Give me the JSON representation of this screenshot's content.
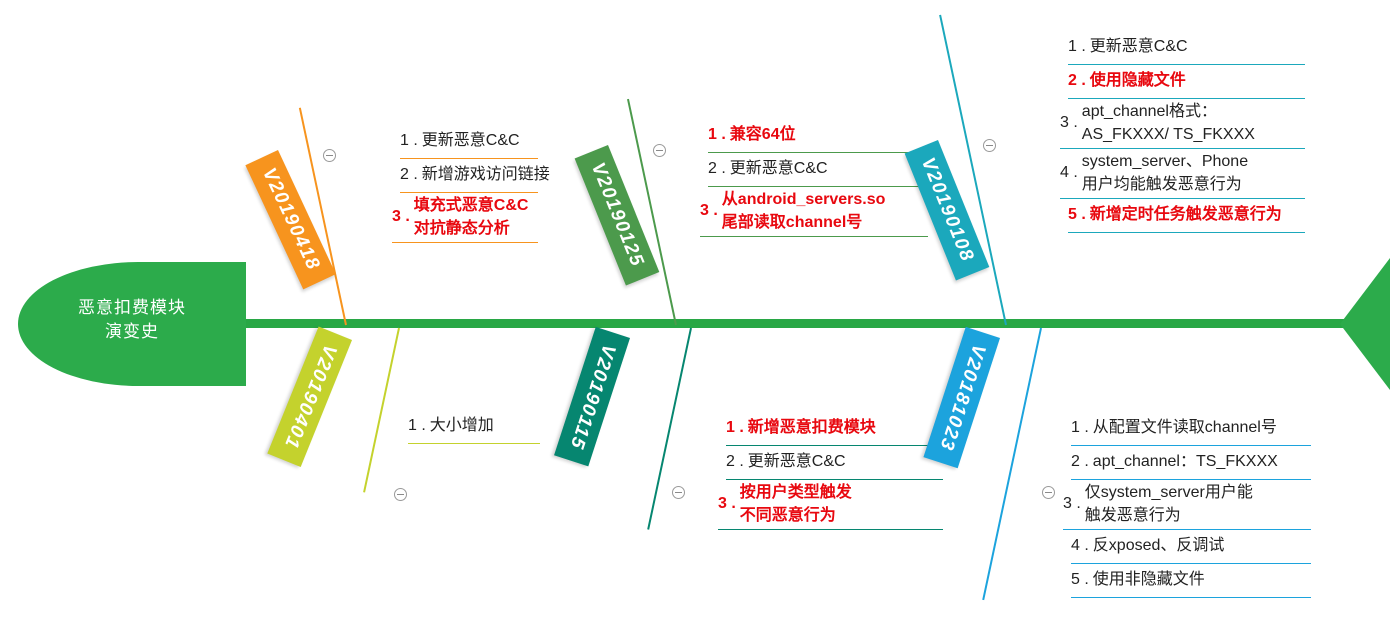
{
  "diagram": {
    "type": "fishbone",
    "head_title_line1": "恶意扣费模块",
    "head_title_line2": "演变史",
    "head_color": "#2CAB4B",
    "spine_color": "#28a745",
    "highlight_color": "#e8080f",
    "collapse_icon": "minus-circle-icon"
  },
  "branches": [
    {
      "label": "V20190418",
      "color": "#F7941E",
      "side": "top",
      "items": [
        {
          "num": "1 .",
          "text": "更新恶意C&C",
          "highlight": false
        },
        {
          "num": "2 .",
          "text": "新增游戏访问链接",
          "highlight": false
        },
        {
          "num": "3 .",
          "text": "填充式恶意C&C\n对抗静态分析",
          "highlight": true
        }
      ]
    },
    {
      "label": "V20190125",
      "color": "#4C9A4C",
      "side": "top",
      "items": [
        {
          "num": "1 .",
          "text": "兼容64位",
          "highlight": true
        },
        {
          "num": "2 .",
          "text": "更新恶意C&C",
          "highlight": false
        },
        {
          "num": "3 .",
          "text": "从android_servers.so\n尾部读取channel号",
          "highlight": true
        }
      ]
    },
    {
      "label": "V20190108",
      "color": "#1BA8BC",
      "side": "top",
      "items": [
        {
          "num": "1 .",
          "text": "更新恶意C&C",
          "highlight": false
        },
        {
          "num": "2 .",
          "text": "使用隐藏文件",
          "highlight": true
        },
        {
          "num": "3 .",
          "text": "apt_channel格式：\nAS_FKXXX/ TS_FKXXX",
          "highlight": false
        },
        {
          "num": "4 .",
          "text": "system_server、Phone\n用户均能触发恶意行为",
          "highlight": false
        },
        {
          "num": "5 .",
          "text": "新增定时任务触发恶意行为",
          "highlight": true
        }
      ]
    },
    {
      "label": "V20190401",
      "color": "#C4D22D",
      "side": "bottom",
      "items": [
        {
          "num": "1 .",
          "text": "大小增加",
          "highlight": false
        }
      ]
    },
    {
      "label": "V20190115",
      "color": "#068670",
      "side": "bottom",
      "items": [
        {
          "num": "1 .",
          "text": "新增恶意扣费模块",
          "highlight": true
        },
        {
          "num": "2 .",
          "text": "更新恶意C&C",
          "highlight": false
        },
        {
          "num": "3 .",
          "text": "按用户类型触发\n不同恶意行为",
          "highlight": true
        }
      ]
    },
    {
      "label": "V20181023",
      "color": "#1CA3DD",
      "side": "bottom",
      "items": [
        {
          "num": "1 .",
          "text": "从配置文件读取channel号",
          "highlight": false
        },
        {
          "num": "2 .",
          "text": "apt_channel：TS_FKXXX",
          "highlight": false
        },
        {
          "num": "3 .",
          "text": "仅system_server用户能\n触发恶意行为",
          "highlight": false
        },
        {
          "num": "4 .",
          "text": "反xposed、反调试",
          "highlight": false
        },
        {
          "num": "5 .",
          "text": "使用非隐藏文件",
          "highlight": false
        }
      ]
    }
  ]
}
